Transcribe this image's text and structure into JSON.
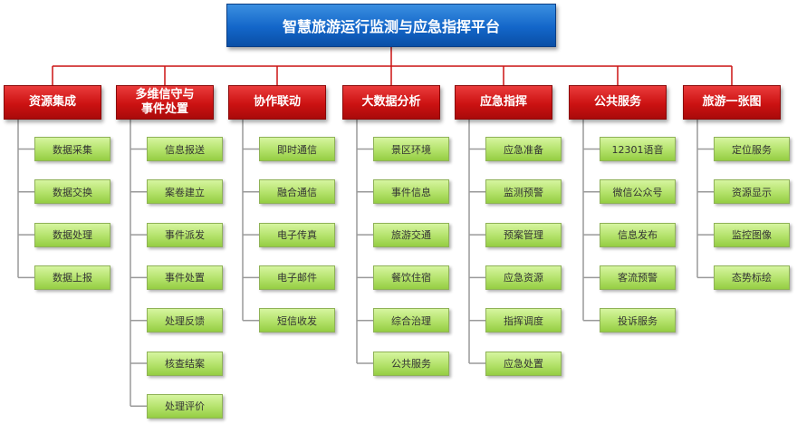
{
  "title": "智慧旅游运行监测与应急指挥平台",
  "colors": {
    "root": "#1366c9",
    "category": "#cc1212",
    "leaf": "#b3e26a",
    "connector_top": "#cc1212",
    "connector_tree": "#9a9a9a"
  },
  "categories": [
    {
      "label": "资源集成",
      "items": [
        "数据采集",
        "数据交换",
        "数据处理",
        "数据上报"
      ]
    },
    {
      "label": "多维信守与\n事件处置",
      "items": [
        "信息报送",
        "案卷建立",
        "事件派发",
        "事件处置",
        "处理反馈",
        "核查结案",
        "处理评价"
      ]
    },
    {
      "label": "协作联动",
      "items": [
        "即时通信",
        "融合通信",
        "电子传真",
        "电子邮件",
        "短信收发"
      ]
    },
    {
      "label": "大数据分析",
      "items": [
        "景区环境",
        "事件信息",
        "旅游交通",
        "餐饮住宿",
        "综合治理",
        "公共服务"
      ]
    },
    {
      "label": "应急指挥",
      "items": [
        "应急准备",
        "监测预警",
        "预案管理",
        "应急资源",
        "指挥调度",
        "应急处置"
      ]
    },
    {
      "label": "公共服务",
      "items": [
        "12301语音",
        "微信公众号",
        "信息发布",
        "客流预警",
        "投诉服务"
      ]
    },
    {
      "label": "旅游一张图",
      "items": [
        "定位服务",
        "资源显示",
        "监控图像",
        "态势标绘"
      ]
    }
  ]
}
